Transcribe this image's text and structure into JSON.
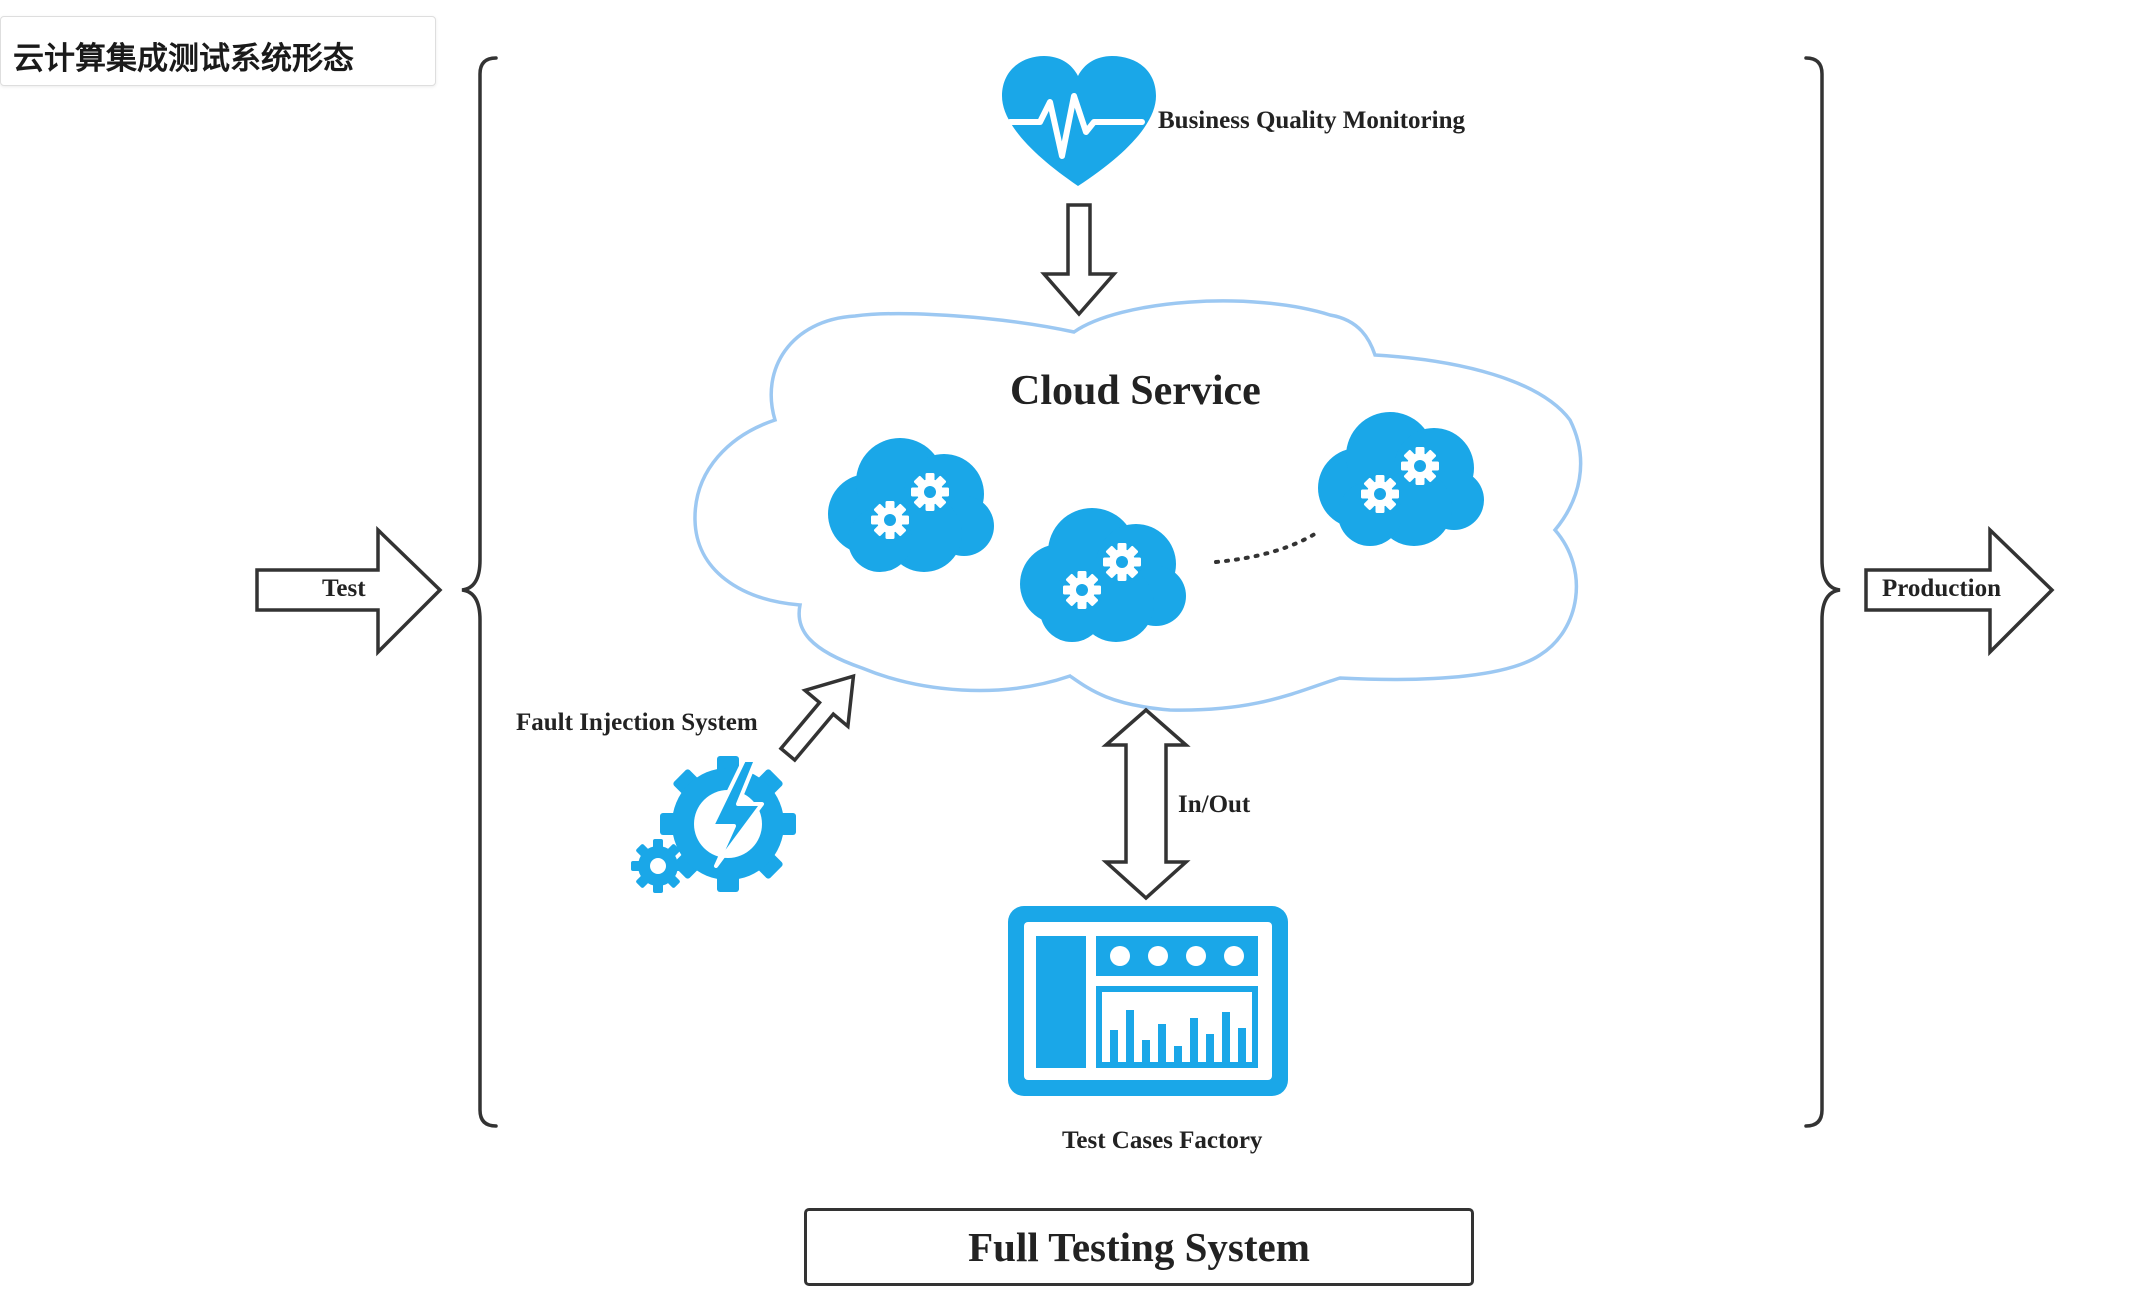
{
  "page_title": "云计算集成测试系统形态",
  "labels": {
    "business_quality_monitoring": "Business Quality Monitoring",
    "cloud_service": "Cloud Service",
    "test": "Test",
    "production": "Production",
    "fault_injection_system": "Fault Injection System",
    "in_out": "In/Out",
    "test_cases_factory": "Test Cases Factory"
  },
  "footer": {
    "label": "Full Testing System"
  },
  "icons": {
    "heart": "heartbeat-icon",
    "cloud_gear": "cloud-gear-icon",
    "fault_gear": "gear-lightning-icon",
    "dashboard": "dashboard-icon"
  },
  "colors": {
    "icon_blue": "#1aa7e8",
    "cloud_outline": "#9cc8f2",
    "stroke_dark": "#333333",
    "text": "#222222"
  }
}
